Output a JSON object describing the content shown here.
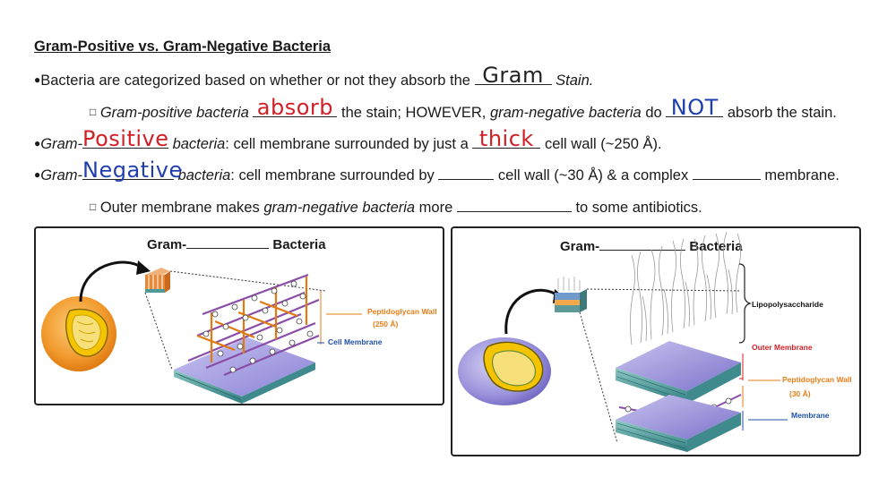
{
  "title": "Gram-Positive vs. Gram-Negative Bacteria",
  "line1": {
    "bullet": "●",
    "text_before": "Bacteria are categorized based on whether or not they absorb the ",
    "blank_answer": "Gram",
    "text_after": " Stain."
  },
  "line2": {
    "bullet": "□",
    "t1": "Gram-positive bacteria",
    "blank1_answer": "absorb",
    "t2": " the stain; HOWEVER, ",
    "t3": "gram-negative bacteria",
    "t4": " do ",
    "blank2_answer": "NOT",
    "t5": " absorb the stain."
  },
  "line3": {
    "bullet": "●",
    "t1": "Gram-",
    "blank1_answer": "Positive",
    "t2": " bacteria",
    "t3": ": cell membrane surrounded by just a ",
    "blank2_answer": "thick",
    "t4": " cell wall (~250 Å)."
  },
  "line4": {
    "bullet": "●",
    "t1": "Gram-",
    "blank1_answer": "Negative",
    "t2": " bacteria",
    "t3": ": cell membrane surrounded by ",
    "t4": " cell wall (~30 Å) & a complex ",
    "t5": " membrane."
  },
  "line5": {
    "bullet": "□",
    "t1": " Outer membrane makes ",
    "t2": "gram-negative bacteria",
    "t3": " more ",
    "t4": " to some antibiotics."
  },
  "panel_left": {
    "title_prefix": "Gram-",
    "title_suffix": " Bacteria",
    "label_wall": "Peptidoglycan Wall",
    "label_wall_size": "(250 Å)",
    "label_membrane": "Cell Membrane"
  },
  "panel_right": {
    "title_prefix": "Gram-",
    "title_suffix": " Bacteria",
    "label_lps": "Lipopolysaccharide",
    "label_outer": "Outer Membrane",
    "label_wall": "Peptidoglycan Wall",
    "label_wall_size": "(30 Å)",
    "label_membrane": "Membrane"
  },
  "colors": {
    "handwriting_red": "#d11f26",
    "handwriting_blue": "#1f3fb0",
    "label_orange": "#e87d17",
    "label_blue": "#1f4fa8",
    "membrane_teal": "#3e8a8c",
    "membrane_purple": "#7b72c9"
  }
}
